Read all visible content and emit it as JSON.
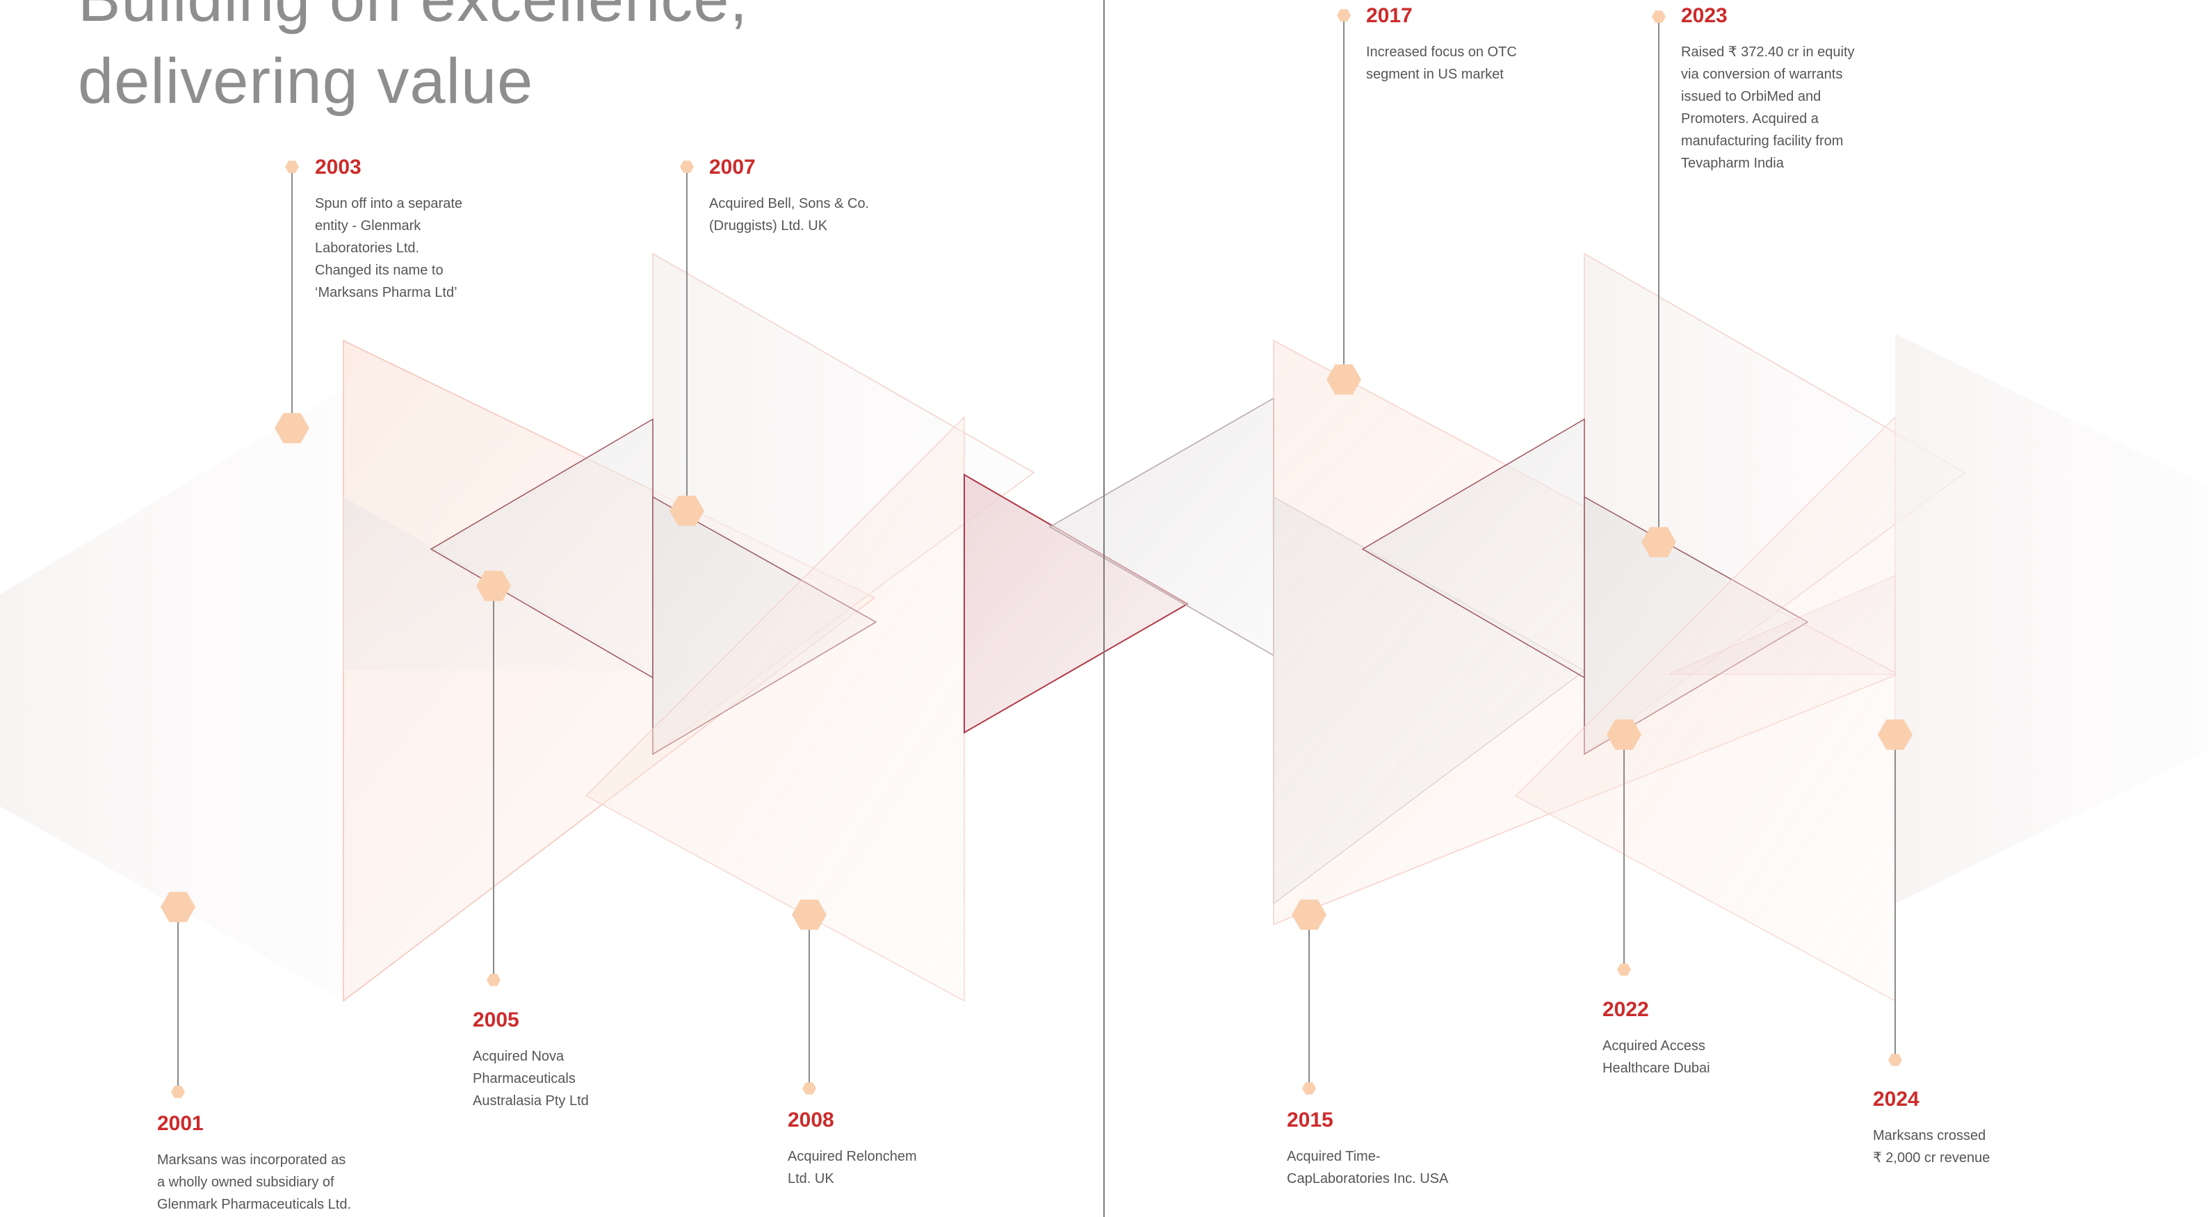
{
  "title": {
    "line1": "Building on excellence,",
    "line2": "delivering value"
  },
  "colors": {
    "year": "#cc2b2b",
    "marker": "#f9cfae",
    "connector": "#8a8a8a",
    "text": "#555555",
    "title": "#8e8e8e"
  },
  "milestones": [
    {
      "id": "2001",
      "year": "2001",
      "text": "Marksans was incorporated as\na wholly owned subsidiary of\nGlenmark Pharmaceuticals Ltd."
    },
    {
      "id": "2003",
      "year": "2003",
      "text": "Spun off into a separate\nentity - Glenmark\nLaboratories Ltd.\nChanged its name to\n‘Marksans Pharma Ltd’"
    },
    {
      "id": "2005",
      "year": "2005",
      "text": "Acquired Nova\nPharmaceuticals\nAustralasia Pty Ltd"
    },
    {
      "id": "2007",
      "year": "2007",
      "text": "Acquired Bell, Sons & Co.\n(Druggists) Ltd. UK"
    },
    {
      "id": "2008",
      "year": "2008",
      "text": "Acquired Relonchem\nLtd. UK"
    },
    {
      "id": "2015",
      "year": "2015",
      "text": "Acquired Time-\nCapLaboratories Inc. USA"
    },
    {
      "id": "2017",
      "year": "2017",
      "text": "Increased focus on OTC\nsegment in US market"
    },
    {
      "id": "2022",
      "year": "2022",
      "text": "Acquired Access\nHealthcare Dubai"
    },
    {
      "id": "2023",
      "year": "2023",
      "text": "Raised ₹ 372.40 cr in equity\nvia conversion of warrants\nissued to OrbiMed and\nPromoters. Acquired a\nmanufacturing facility from\nTevapharm India"
    },
    {
      "id": "2024",
      "year": "2024",
      "text": "Marksans crossed\n₹ 2,000 cr revenue"
    }
  ]
}
